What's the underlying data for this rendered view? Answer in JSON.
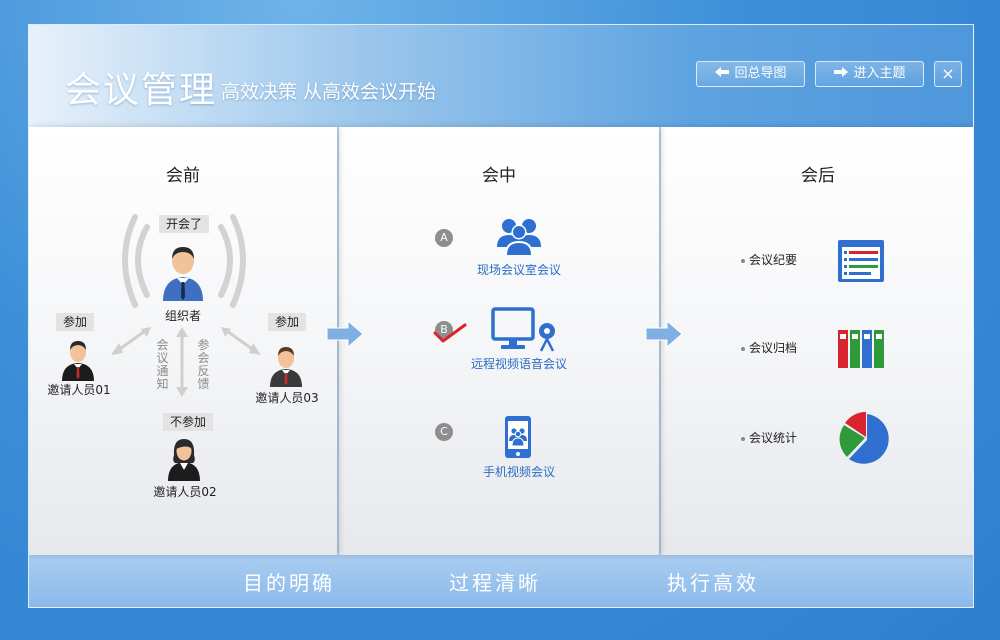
{
  "header": {
    "title": "会议管理",
    "subtitle": "高效决策  从高效会议开始",
    "back_button": "回总导图",
    "enter_button": "进入主题",
    "close_button": "×"
  },
  "before": {
    "title": "会前",
    "organizer_tag": "开会了",
    "organizer_label": "组织者",
    "invitee1_tag": "参加",
    "invitee1_label": "邀请人员01",
    "invitee2_tag": "不参加",
    "invitee2_label": "邀请人员02",
    "invitee3_tag": "参加",
    "invitee3_label": "邀请人员03",
    "notify_text": "会议通知",
    "feedback_text": "参会反馈"
  },
  "during": {
    "title": "会中",
    "items": [
      {
        "badge": "A",
        "label": "现场会议室会议",
        "icon": "people-group-icon"
      },
      {
        "badge": "B",
        "label": "远程视频语音会议",
        "icon": "video-conference-icon"
      },
      {
        "badge": "C",
        "label": "手机视频会议",
        "icon": "mobile-video-icon"
      }
    ]
  },
  "after": {
    "title": "会后",
    "items": [
      {
        "label": "会议纪要",
        "icon": "minutes-document-icon"
      },
      {
        "label": "会议归档",
        "icon": "archive-binders-icon"
      },
      {
        "label": "会议统计",
        "icon": "pie-chart-icon"
      }
    ]
  },
  "footer": {
    "slogans": [
      "目的明确",
      "过程清晰",
      "执行高效"
    ]
  },
  "colors": {
    "accent_blue": "#2b6cc4",
    "header_text": "#ffffff",
    "check_red": "#d9232d"
  }
}
